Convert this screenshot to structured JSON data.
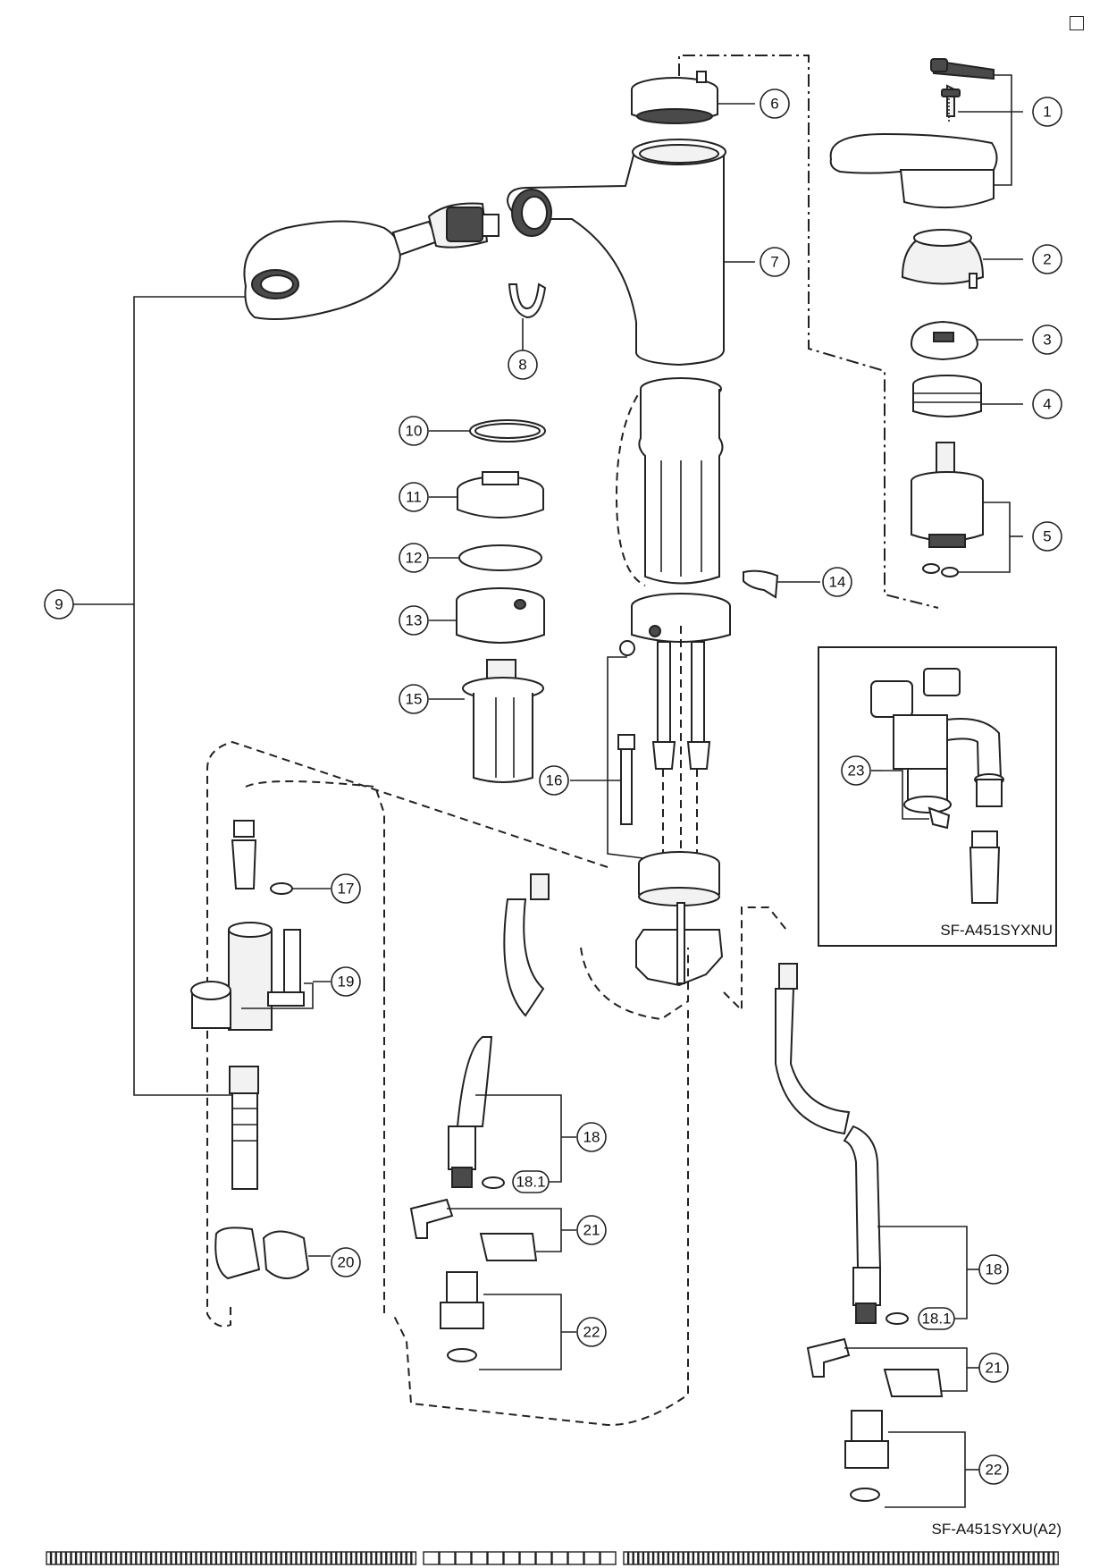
{
  "callouts": {
    "c1": "1",
    "c2": "2",
    "c3": "3",
    "c4": "4",
    "c5": "5",
    "c6": "6",
    "c7": "7",
    "c8": "8",
    "c9": "9",
    "c10": "10",
    "c11": "11",
    "c12": "12",
    "c13": "13",
    "c14": "14",
    "c15": "15",
    "c16": "16",
    "c17": "17",
    "c18a": "18",
    "c181a": "18.1",
    "c19": "19",
    "c20": "20",
    "c21a": "21",
    "c22a": "22",
    "c23": "23",
    "c18b": "18",
    "c181b": "18.1",
    "c21b": "21",
    "c22b": "22"
  },
  "variant_label": "SF-A451SYXNU",
  "model_label": "SF-A451SYXU(A2)",
  "colors": {
    "line": "#222222",
    "background": "#ffffff"
  }
}
